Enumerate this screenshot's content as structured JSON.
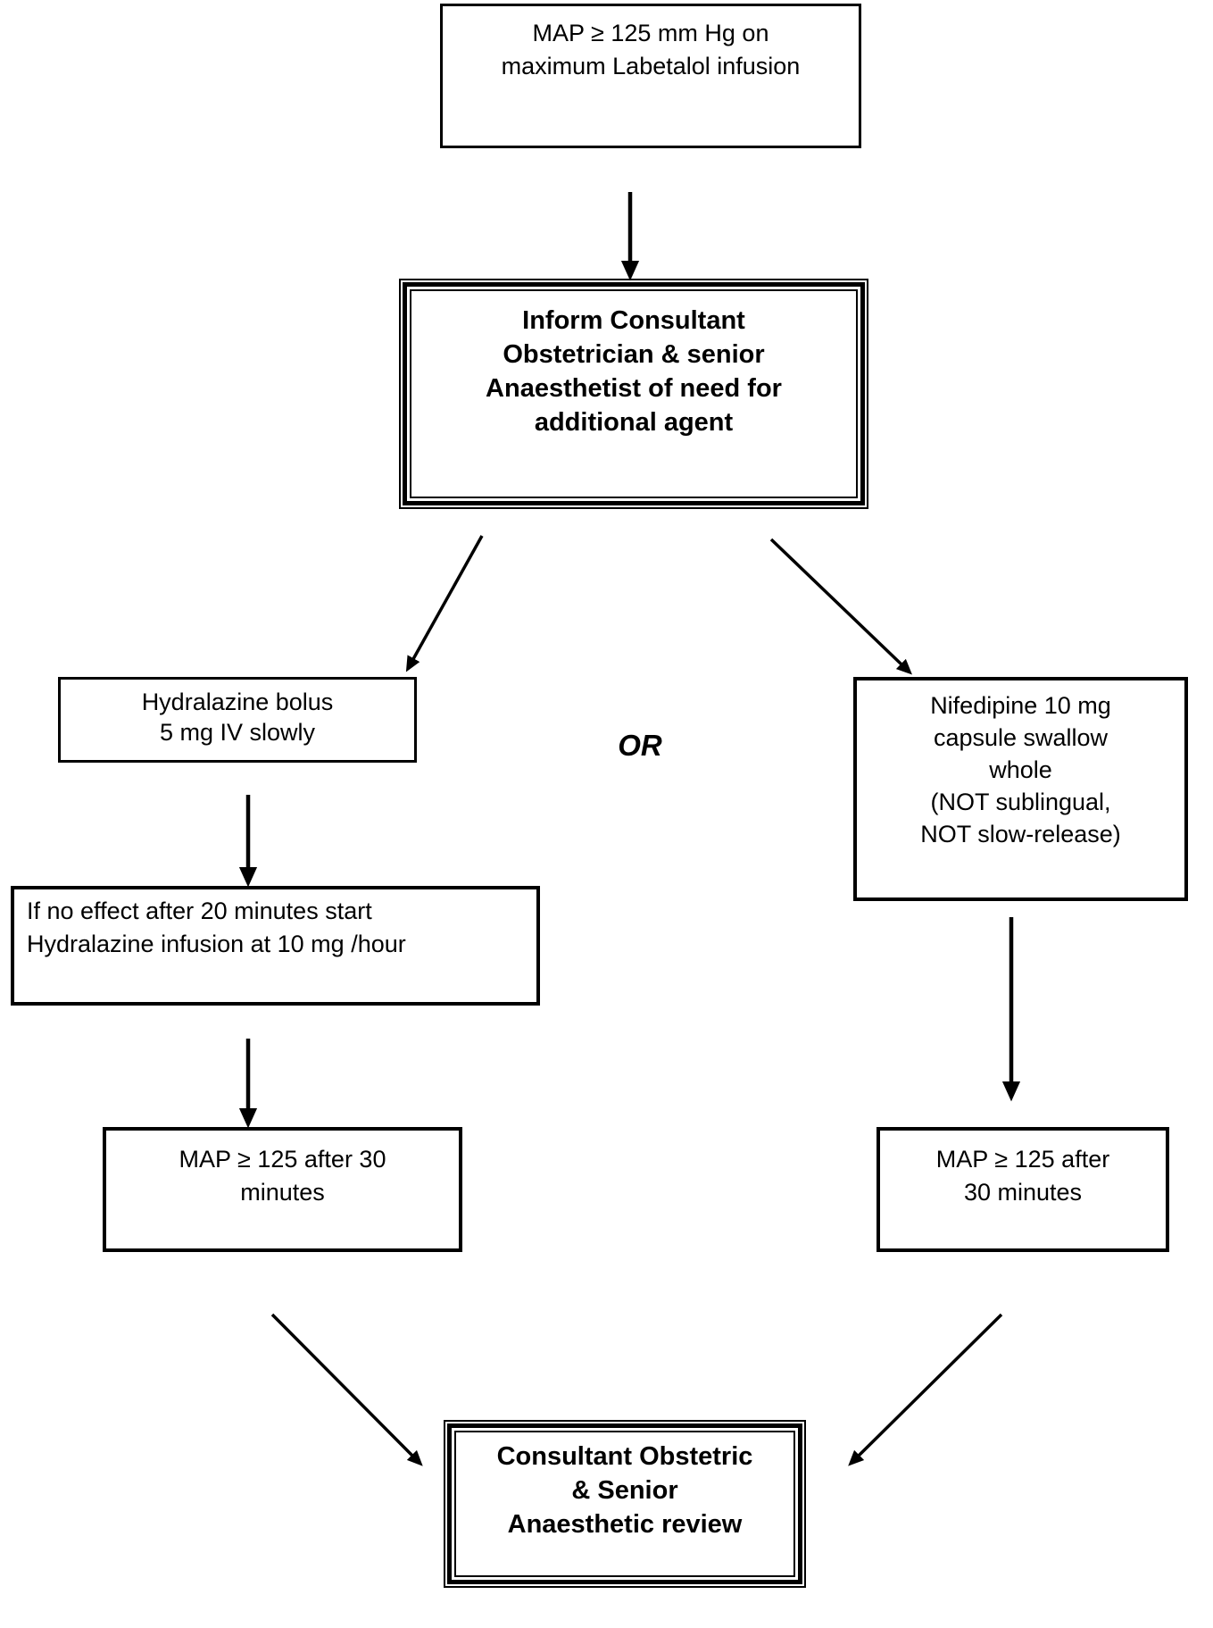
{
  "diagram": {
    "title_hint": "Severe hypertension additional agent flowchart",
    "colors": {
      "background": "#ffffff",
      "line": "#000000",
      "text": "#000000"
    },
    "nodes": {
      "start": {
        "label": "MAP ≥ 125 mm Hg on\nmaximum Labetalol infusion"
      },
      "inform": {
        "label": "Inform Consultant\nObstetrician & senior\nAnaesthetist of need for\nadditional agent",
        "emphasis": "bold, triple border"
      },
      "hydralazine_bolus": {
        "label": "Hydralazine bolus\n5 mg IV slowly"
      },
      "or_connector": {
        "label": "OR"
      },
      "nifedipine": {
        "label": "Nifedipine 10 mg\ncapsule swallow\nwhole\n(NOT sublingual,\nNOT slow-release)"
      },
      "hydralazine_infusion": {
        "label": "If no effect after 20 minutes start\nHydralazine infusion at 10 mg /hour"
      },
      "map_recheck_left": {
        "label": "MAP ≥ 125 after 30\nminutes"
      },
      "map_recheck_right": {
        "label": "MAP ≥ 125 after\n30 minutes"
      },
      "review": {
        "label": "Consultant Obstetric\n& Senior\nAnaesthetic review",
        "emphasis": "bold, triple border"
      }
    },
    "edges": [
      {
        "from": "start",
        "to": "inform"
      },
      {
        "from": "inform",
        "to": "hydralazine_bolus"
      },
      {
        "from": "inform",
        "to": "nifedipine"
      },
      {
        "from": "hydralazine_bolus",
        "to": "hydralazine_infusion"
      },
      {
        "from": "hydralazine_infusion",
        "to": "map_recheck_left"
      },
      {
        "from": "nifedipine",
        "to": "map_recheck_right"
      },
      {
        "from": "map_recheck_left",
        "to": "review"
      },
      {
        "from": "map_recheck_right",
        "to": "review"
      }
    ]
  }
}
